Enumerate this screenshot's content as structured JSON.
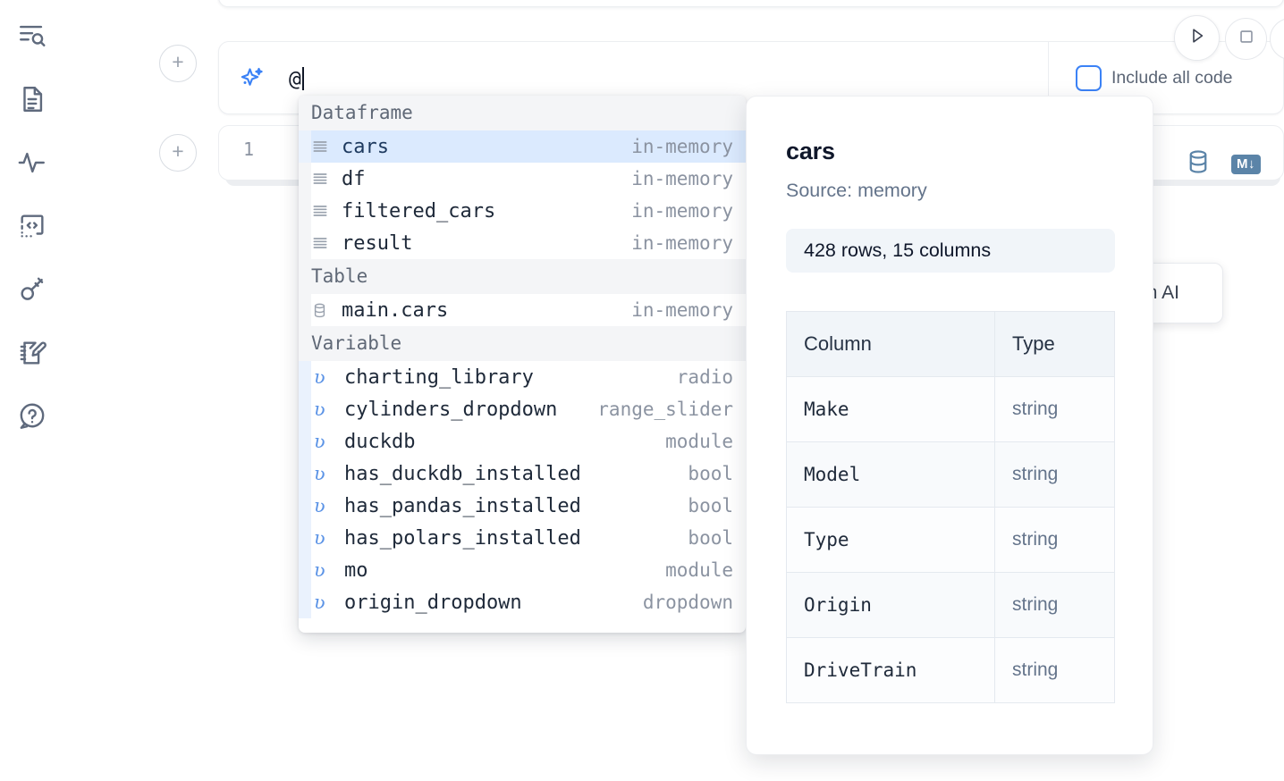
{
  "sidebar": {
    "items": [
      {
        "name": "explorer-search",
        "icon": "list-search-icon"
      },
      {
        "name": "documents",
        "icon": "file-text-icon"
      },
      {
        "name": "activity",
        "icon": "activity-pulse-icon"
      },
      {
        "name": "snippets",
        "icon": "code-brackets-icon"
      },
      {
        "name": "secrets",
        "icon": "key-icon"
      },
      {
        "name": "scratchpad",
        "icon": "notebook-pencil-icon"
      },
      {
        "name": "help",
        "icon": "question-chat-icon"
      }
    ]
  },
  "prompt": {
    "sparkle_icon": "sparkles-icon",
    "value": "@",
    "add_cell_label": "+",
    "run_icon": "play-triangle-icon",
    "stop_icon": "stop-square-icon",
    "include_all_code_label": "Include all code",
    "include_all_code_checked": false
  },
  "cell": {
    "line_number": "1",
    "database_icon": "database-icon",
    "markdown_badge": "M↓"
  },
  "ai_tooltip": {
    "label": "h AI"
  },
  "autocomplete": {
    "groups": [
      {
        "label": "Dataframe",
        "items": [
          {
            "icon": "dataframe-rows-icon",
            "name": "cars",
            "type": "in-memory",
            "selected": true
          },
          {
            "icon": "dataframe-rows-icon",
            "name": "df",
            "type": "in-memory",
            "selected": false
          },
          {
            "icon": "dataframe-rows-icon",
            "name": "filtered_cars",
            "type": "in-memory",
            "selected": false
          },
          {
            "icon": "dataframe-rows-icon",
            "name": "result",
            "type": "in-memory",
            "selected": false
          }
        ]
      },
      {
        "label": "Table",
        "items": [
          {
            "icon": "database-icon",
            "name": "main.cars",
            "type": "in-memory",
            "selected": false
          }
        ]
      },
      {
        "label": "Variable",
        "items": [
          {
            "icon": "variable-icon",
            "name": "charting_library",
            "type": "radio",
            "selected": false
          },
          {
            "icon": "variable-icon",
            "name": "cylinders_dropdown",
            "type": "range_slider",
            "selected": false
          },
          {
            "icon": "variable-icon",
            "name": "duckdb",
            "type": "module",
            "selected": false
          },
          {
            "icon": "variable-icon",
            "name": "has_duckdb_installed",
            "type": "bool",
            "selected": false
          },
          {
            "icon": "variable-icon",
            "name": "has_pandas_installed",
            "type": "bool",
            "selected": false
          },
          {
            "icon": "variable-icon",
            "name": "has_polars_installed",
            "type": "bool",
            "selected": false
          },
          {
            "icon": "variable-icon",
            "name": "mo",
            "type": "module",
            "selected": false
          },
          {
            "icon": "variable-icon",
            "name": "origin_dropdown",
            "type": "dropdown",
            "selected": false
          }
        ]
      }
    ]
  },
  "preview": {
    "title": "cars",
    "source": "Source: memory",
    "shape": "428 rows, 15 columns",
    "table": {
      "headers": [
        "Column",
        "Type"
      ],
      "rows": [
        [
          "Make",
          "string"
        ],
        [
          "Model",
          "string"
        ],
        [
          "Type",
          "string"
        ],
        [
          "Origin",
          "string"
        ],
        [
          "DriveTrain",
          "string"
        ]
      ]
    }
  },
  "colors": {
    "accent_blue": "#3b82f6",
    "selection_blue": "#dbeafe",
    "icon_slate": "#5f6a7d",
    "muted_text": "#8b93a1",
    "badge_blue": "#5b84a8"
  }
}
